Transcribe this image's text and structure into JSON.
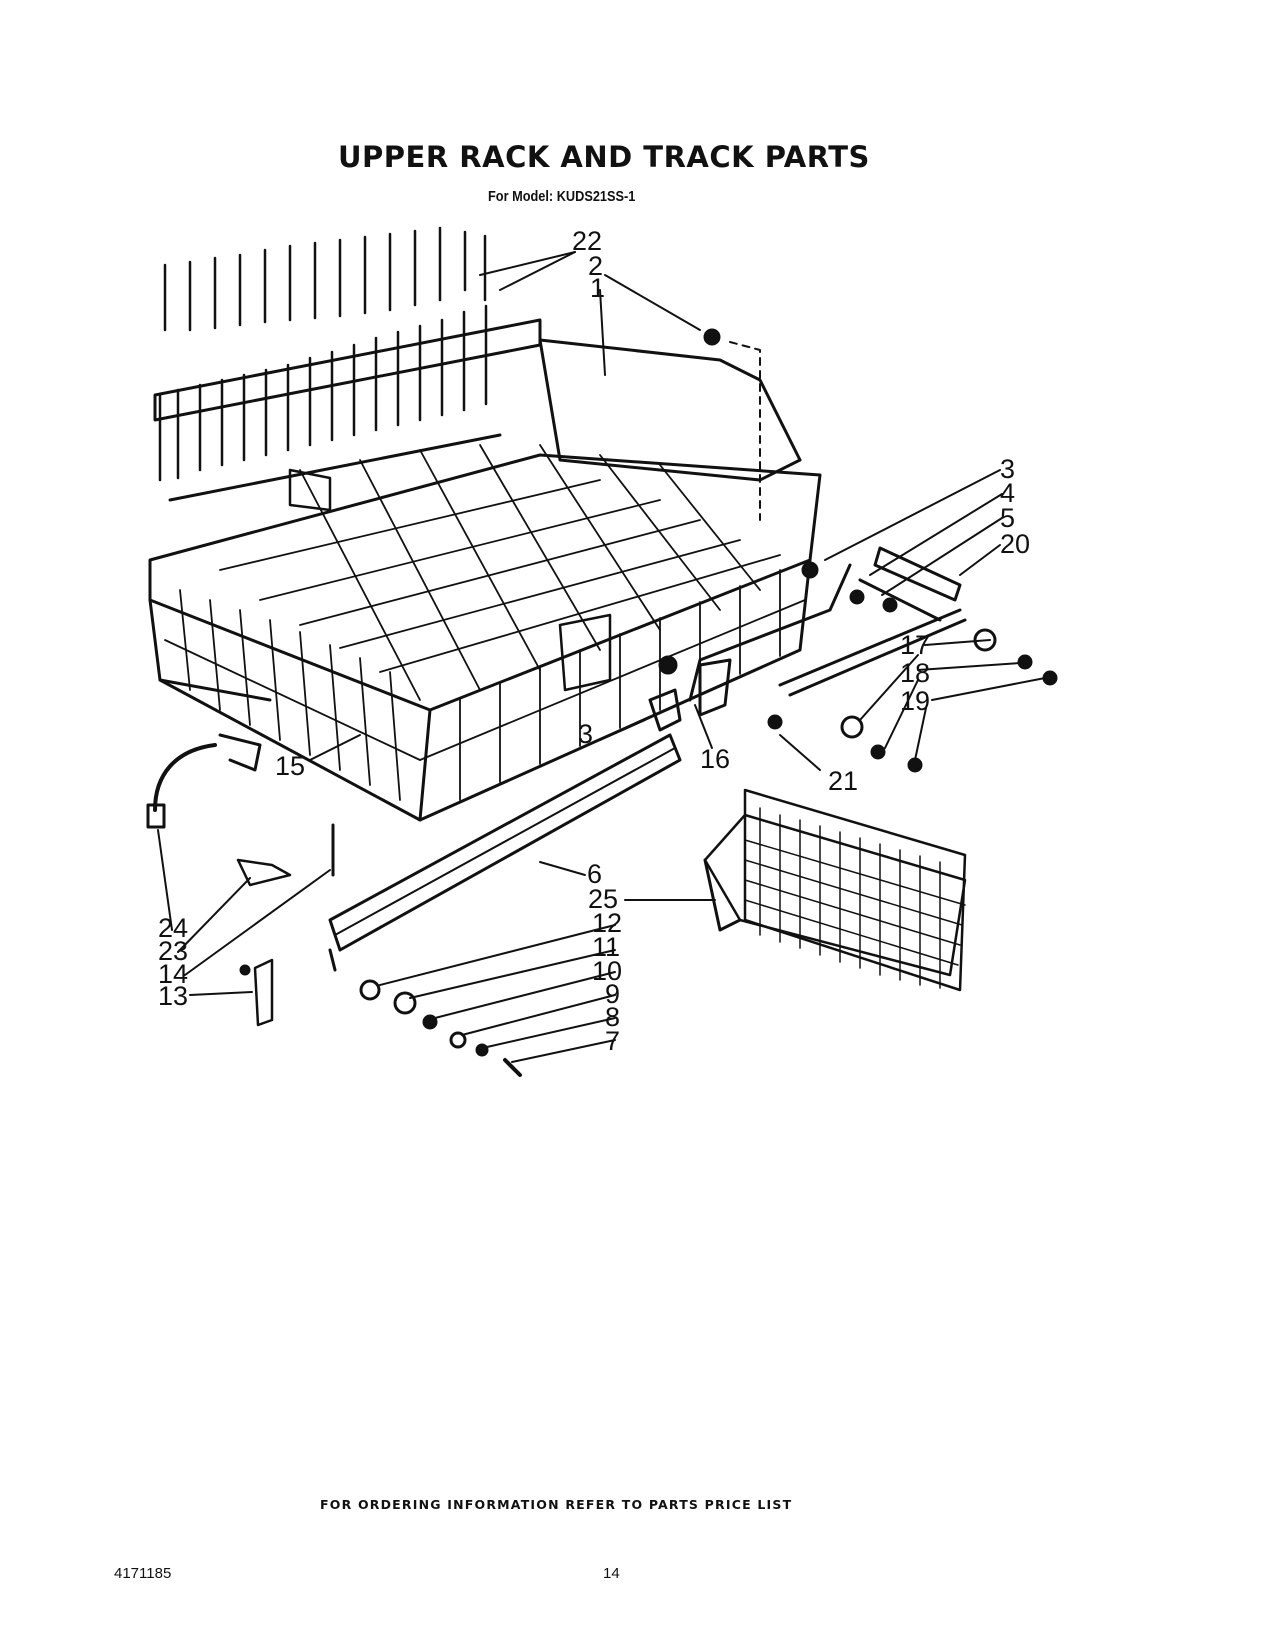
{
  "header": {
    "title": "UPPER RACK AND TRACK PARTS",
    "subtitle": "For Model: KUDS21SS-1"
  },
  "callouts": [
    {
      "id": "22",
      "label": "22"
    },
    {
      "id": "2",
      "label": "2"
    },
    {
      "id": "1",
      "label": "1"
    },
    {
      "id": "3a",
      "label": "3"
    },
    {
      "id": "4",
      "label": "4"
    },
    {
      "id": "5",
      "label": "5"
    },
    {
      "id": "20",
      "label": "20"
    },
    {
      "id": "17",
      "label": "17"
    },
    {
      "id": "18",
      "label": "18"
    },
    {
      "id": "19",
      "label": "19"
    },
    {
      "id": "3b",
      "label": "3"
    },
    {
      "id": "16",
      "label": "16"
    },
    {
      "id": "21",
      "label": "21"
    },
    {
      "id": "15",
      "label": "15"
    },
    {
      "id": "6",
      "label": "6"
    },
    {
      "id": "25",
      "label": "25"
    },
    {
      "id": "12",
      "label": "12"
    },
    {
      "id": "11",
      "label": "11"
    },
    {
      "id": "10",
      "label": "10"
    },
    {
      "id": "9",
      "label": "9"
    },
    {
      "id": "8",
      "label": "8"
    },
    {
      "id": "7",
      "label": "7"
    },
    {
      "id": "24",
      "label": "24"
    },
    {
      "id": "23",
      "label": "23"
    },
    {
      "id": "14",
      "label": "14"
    },
    {
      "id": "13",
      "label": "13"
    }
  ],
  "footer": {
    "ordering_note": "FOR ORDERING INFORMATION REFER TO PARTS PRICE LIST",
    "document_number": "4171185",
    "page_number": "14"
  }
}
